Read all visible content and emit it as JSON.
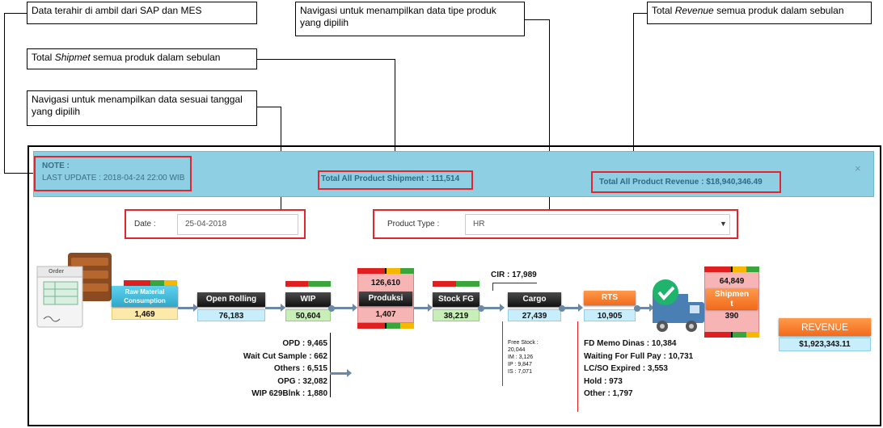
{
  "callouts": {
    "data_source": "Data terahir di ambil dari SAP dan MES",
    "shipment_prefix": "Total ",
    "shipment_em": "Shipmet",
    "shipment_suffix": " semua produk dalam sebulan",
    "date_nav": "Navigasi untuk menampilkan data sesuai tanggal yang dipilih",
    "product_nav": "Navigasi untuk menampilkan data tipe produk yang dipilih",
    "revenue_prefix": "Total ",
    "revenue_em": "Revenue",
    "revenue_suffix": " semua produk dalam sebulan"
  },
  "note_bar": {
    "title": "NOTE :",
    "last_update": "LAST UPDATE : 2018-04-24 22:00 WIB",
    "total_shipment": "Total All Product Shipment : 111,514",
    "total_revenue": "Total All Product Revenue : $18,940,346.49",
    "close": "×"
  },
  "filters": {
    "date_label": "Date :",
    "date_value": "25-04-2018",
    "product_label": "Product Type :",
    "product_value": "HR"
  },
  "flow": {
    "order_label": "Order",
    "raw_material": {
      "label": "Raw Material Consumption",
      "value": "1,469"
    },
    "open_rolling": {
      "label": "Open Rolling",
      "value": "76,183"
    },
    "wip": {
      "label": "WIP",
      "value": "50,604"
    },
    "produksi": {
      "label": "Produksi",
      "top": "126,610",
      "value": "1,407"
    },
    "stock_fg": {
      "label": "Stock FG",
      "value": "38,219"
    },
    "cargo": {
      "label": "Cargo",
      "value": "27,439",
      "cir": "CIR : 17,989"
    },
    "rts": {
      "label": "RTS",
      "value": "10,905"
    },
    "shipment": {
      "top": "64,849",
      "label": "Shipmen",
      "sub": "t",
      "value": "390"
    },
    "revenue": {
      "label": "REVENUE",
      "value": "$1,923,343.11"
    }
  },
  "wip_breakdown": [
    "OPD : 9,465",
    "Wait Cut Sample : 662",
    "Others : 6,515",
    "OPG : 32,082",
    "WIP 629Blnk : 1,880"
  ],
  "cargo_breakdown": [
    "Free Stock :",
    "20,044",
    "IM : 3,126",
    "IP : 9,847",
    "IS : 7,071"
  ],
  "rts_breakdown": [
    "FD Memo Dinas : 10,384",
    "Waiting For Full Pay : 10,731",
    "LC/SO Expired : 3,553",
    "Hold : 973",
    "Other : 1,797"
  ],
  "colors": {
    "red_box": "#e3262e",
    "note_bar": "#8fcfe3",
    "revenue": "#f26b1d"
  }
}
